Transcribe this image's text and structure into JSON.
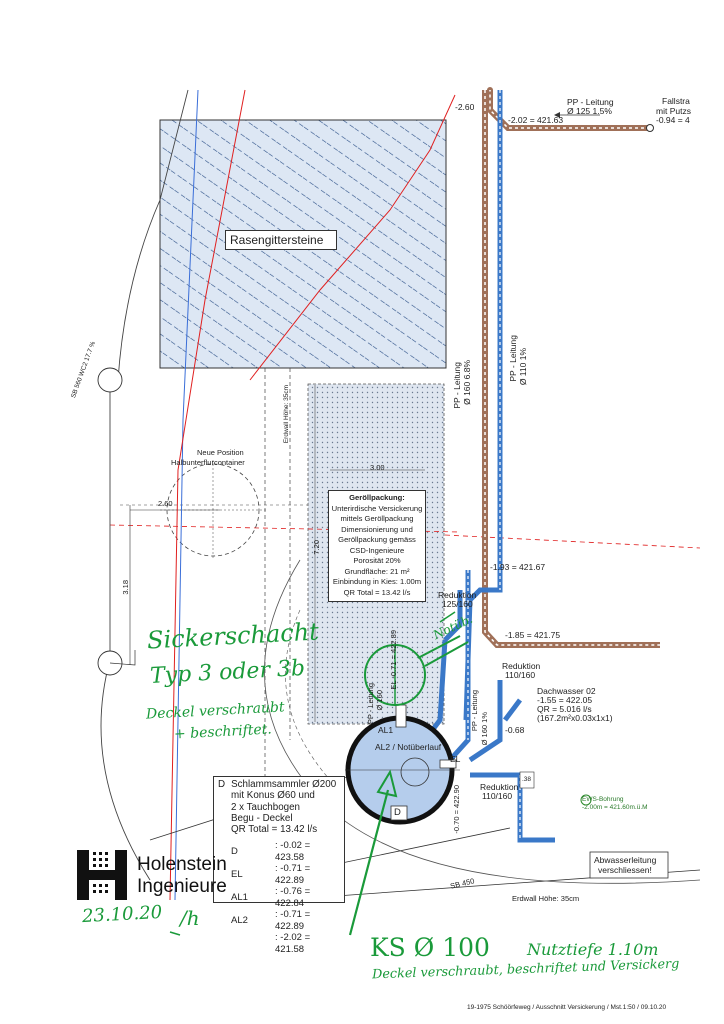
{
  "labels": {
    "rasengitter": "Rasengittersteine",
    "pp_top": "PP - Leitung",
    "pp_top_dim": "Ø 125 1.5%",
    "fallstrang_1": "Fallstra",
    "fallstrang_2": "mit Putzs",
    "lvl_minus094": "-0.94 = 4",
    "lvl_minus260": "-2.60",
    "lvl_minus202": "-2.02 = 421.63",
    "pp_160_label": "PP - Leitung",
    "pp_160_dim": "Ø 160 6.8%",
    "pp_110_label": "PP - Leitung",
    "pp_110_dim": "Ø 110 1%",
    "erdwall_vert": "Erdwall Höhe: 35cm",
    "neue_position_1": "Neue Position",
    "neue_position_2": "Halbunterflurcontainer",
    "dim_300": "3.00",
    "dim_260": "2.60",
    "dim_318": "3.18",
    "dim_720": "7.20",
    "lvl_minus193": "-1.93 = 421.67",
    "lvl_minus185": "-1.85 = 421.75",
    "reduktion_top": "Reduktion",
    "reduktion_top_dim": "125/160",
    "reduktion_mid": "Reduktion",
    "reduktion_mid_dim": "110/160",
    "dachwasser": "Dachwasser 02",
    "dachwasser_lvl": "-1.55 = 422.05",
    "dachwasser_q": "QR = 5.016 l/s",
    "dachwasser_calc": "(167.2m²x0.03x1x1)",
    "lvl_minus068": "-0.68",
    "pp_160_small_label": "PP - Leitung",
    "pp_160_small_dim": "Ø 160",
    "pp_160_1pct_label": "PP - Leitung",
    "pp_160_1pct_dim": "Ø 160 1%",
    "al1": "AL1",
    "al2": "AL2 / Notüberlauf",
    "el": "EL",
    "d_marker": "D",
    "reduktion_low": "Reduktion",
    "reduktion_low_dim": "110/160",
    "lvl_minus070": "-0.70 = 422.90",
    "dim_38": ".38",
    "ews_1": "EWS-Bohrung",
    "ews_2": "-2.00m = 421.60m.ü.M",
    "abwasser_1": "Abwasserleitung",
    "abwasser_2": "verschliessen!",
    "sb450": "SB 450",
    "erdwall_bottom": "Erdwall Höhe: 35cm",
    "el_vert": "EL -0.71 = 422.89",
    "road_label": "SB 560 WC2 17.7 %",
    "footer": "19-1975 Schöörfeweg / Ausschnitt Versickerung / Mst.1:50 / 09.10.20"
  },
  "geroell": {
    "title": "Geröllpackung:",
    "line1": "Unterirdische Versickerung",
    "line2": "mittels Geröllpackung",
    "line3": "Dimensionierung und",
    "line4": "Geröllpackung gemäss",
    "line5": "CSD-Ingenieure",
    "porositaet": "Porosität 20%",
    "grundflaeche": "Grundfläche: 21 m²",
    "einbindung": "Einbindung in Kies: 1.00m",
    "q_total": "QR Total = 13.42 l/s"
  },
  "schlamm": {
    "marker": "D",
    "title": "Schlammsammler Ø200",
    "line2": "mit Konus Ø60 und",
    "line3": "2 x Tauchbogen",
    "line4": "Begu - Deckel",
    "q_total": "QR Total = 13.42 l/s",
    "rows": [
      {
        "k": "D",
        "v": ": -0.02 = 423.58"
      },
      {
        "k": "EL",
        "v": ": -0.71 = 422.89"
      },
      {
        "k": "AL1",
        "v": ": -0.76 = 422.84"
      },
      {
        "k": "AL2",
        "v": ": -0.71 = 422.89"
      },
      {
        "k": "",
        "v": ": -2.02 = 421.58"
      }
    ]
  },
  "logo": {
    "line1": "Holenstein",
    "line2": "Ingenieure"
  },
  "handwriting": {
    "sickerschacht": "Sickerschacht",
    "typ": "Typ 3 oder 3b",
    "deckel1": "Deckel verschraubt",
    "deckel2": "+ beschriftet.",
    "date": "23.10.20",
    "sig": "/h",
    "notueb": "Notüb.",
    "ks": "KS Ø 100",
    "nutztiefe": "Nutztiefe 1.10m",
    "deckel_bottom": "Deckel verschraubt, beschriftet und Versickerg"
  },
  "colors": {
    "hatch_fill": "#d9e4f2",
    "shaft_fill": "#b5cdec",
    "pipe_blue": "#3a78c8",
    "pipe_brown": "#a07058",
    "red_line": "#e02020",
    "green_hand": "#1a9a3a"
  }
}
